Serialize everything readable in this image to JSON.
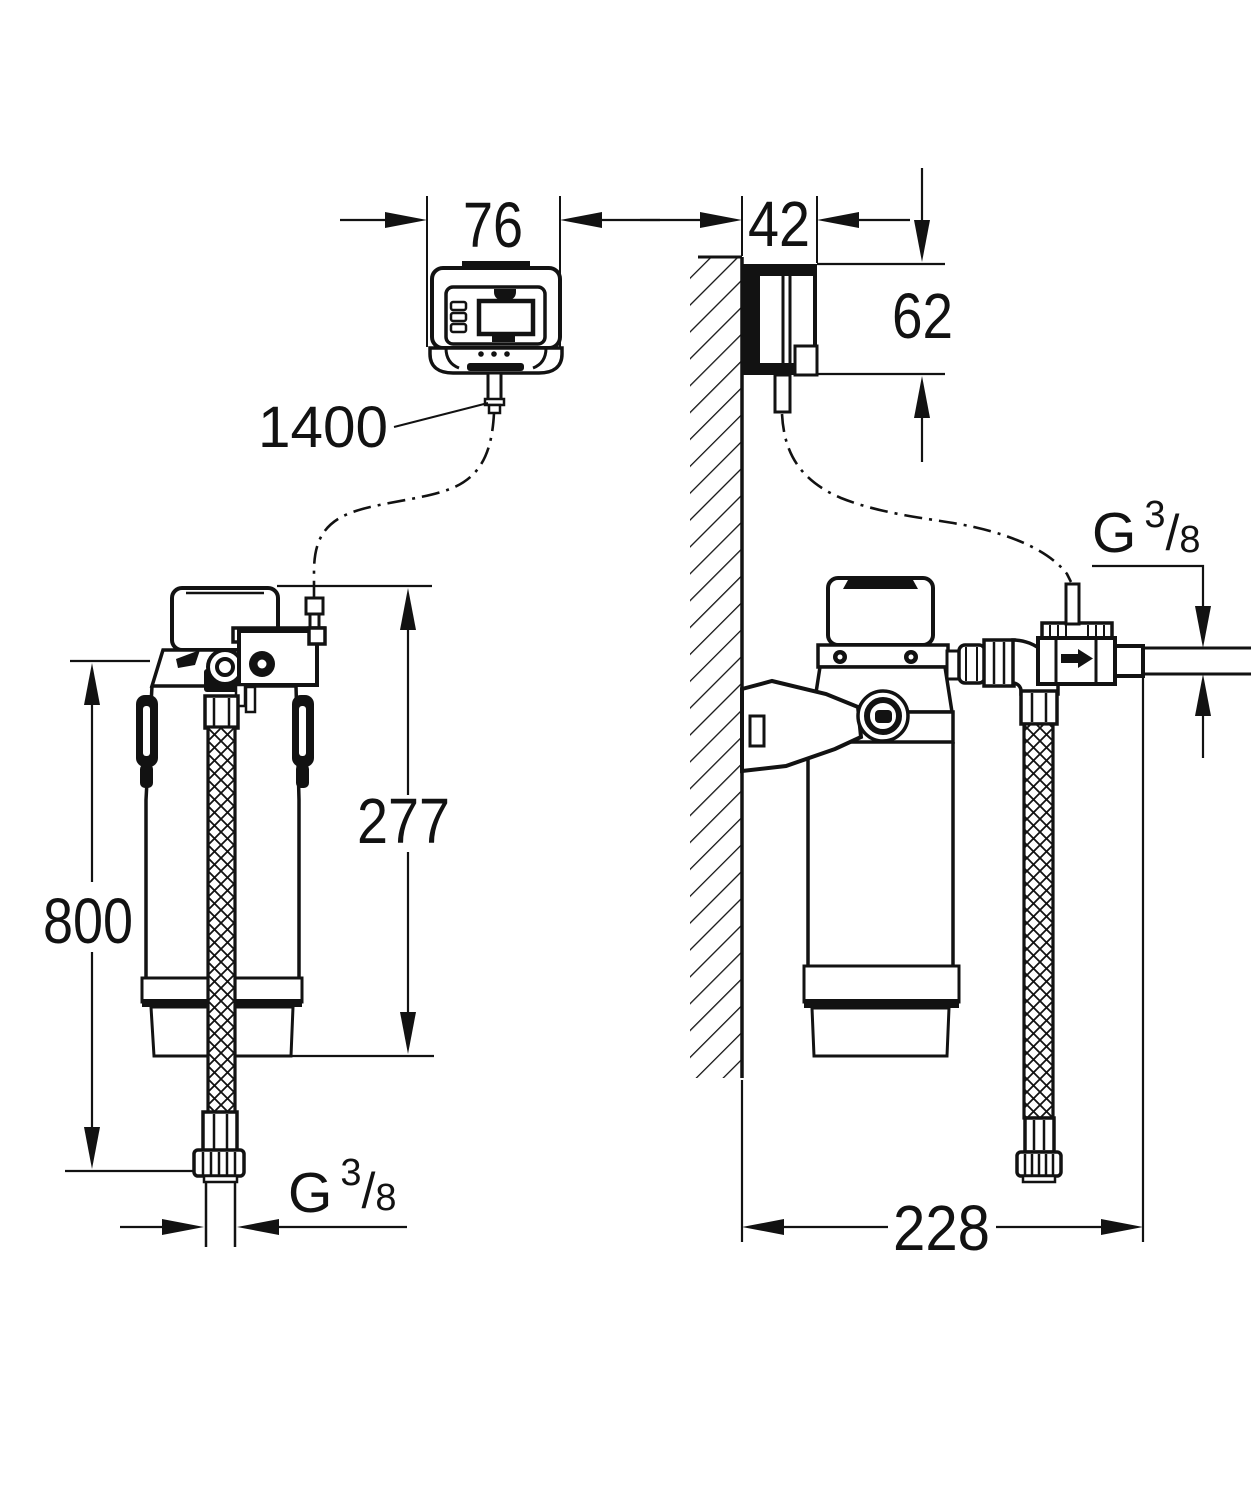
{
  "drawing": {
    "title": "filter-system-installation-dimension-drawing",
    "background": "#ffffff",
    "line_color": "#121212",
    "views": {
      "left": "front-view",
      "right": "side-view-on-wall"
    },
    "dimensions": {
      "controller_width": "76",
      "controller_depth": "42",
      "controller_height": "62",
      "sensor_cable_length": "1400",
      "filter_head_height": "277",
      "hose_length": "800",
      "installation_depth": "228"
    },
    "thread_label": {
      "prefix": "G",
      "numerator": "3",
      "slash": "/",
      "denominator": "8"
    }
  }
}
